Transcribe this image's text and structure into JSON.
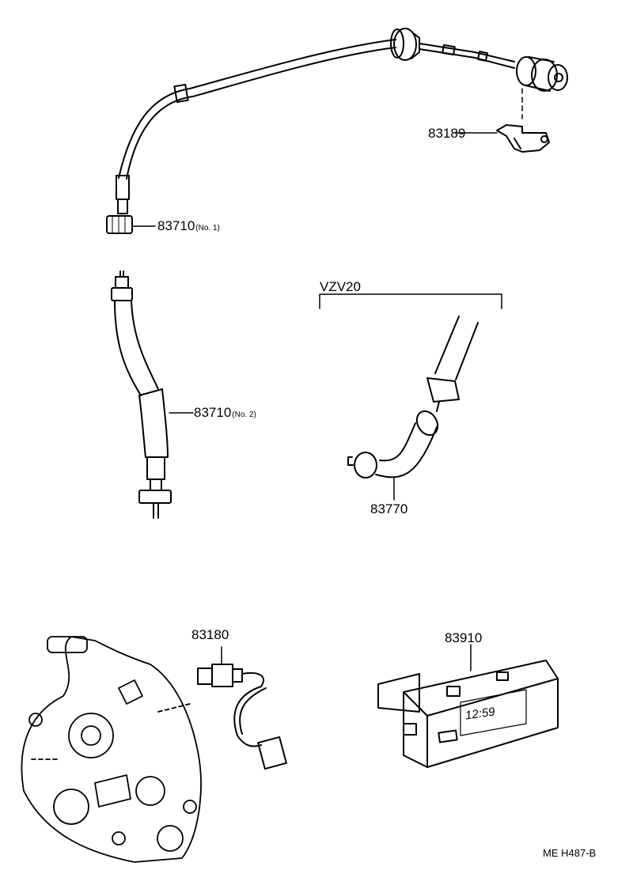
{
  "parts": {
    "p83189": "83189",
    "p83710_1": {
      "num": "83710",
      "note": "(No. 1)"
    },
    "p83710_2": {
      "num": "83710",
      "note": "(No. 2)"
    },
    "group_label": "VZV20",
    "p83770": "83770",
    "p83180": "83180",
    "p83910": "83910"
  },
  "clock_display": "12:59",
  "drawing_code": "ME H487-B",
  "colors": {
    "ink": "#000000",
    "paper": "#ffffff"
  }
}
